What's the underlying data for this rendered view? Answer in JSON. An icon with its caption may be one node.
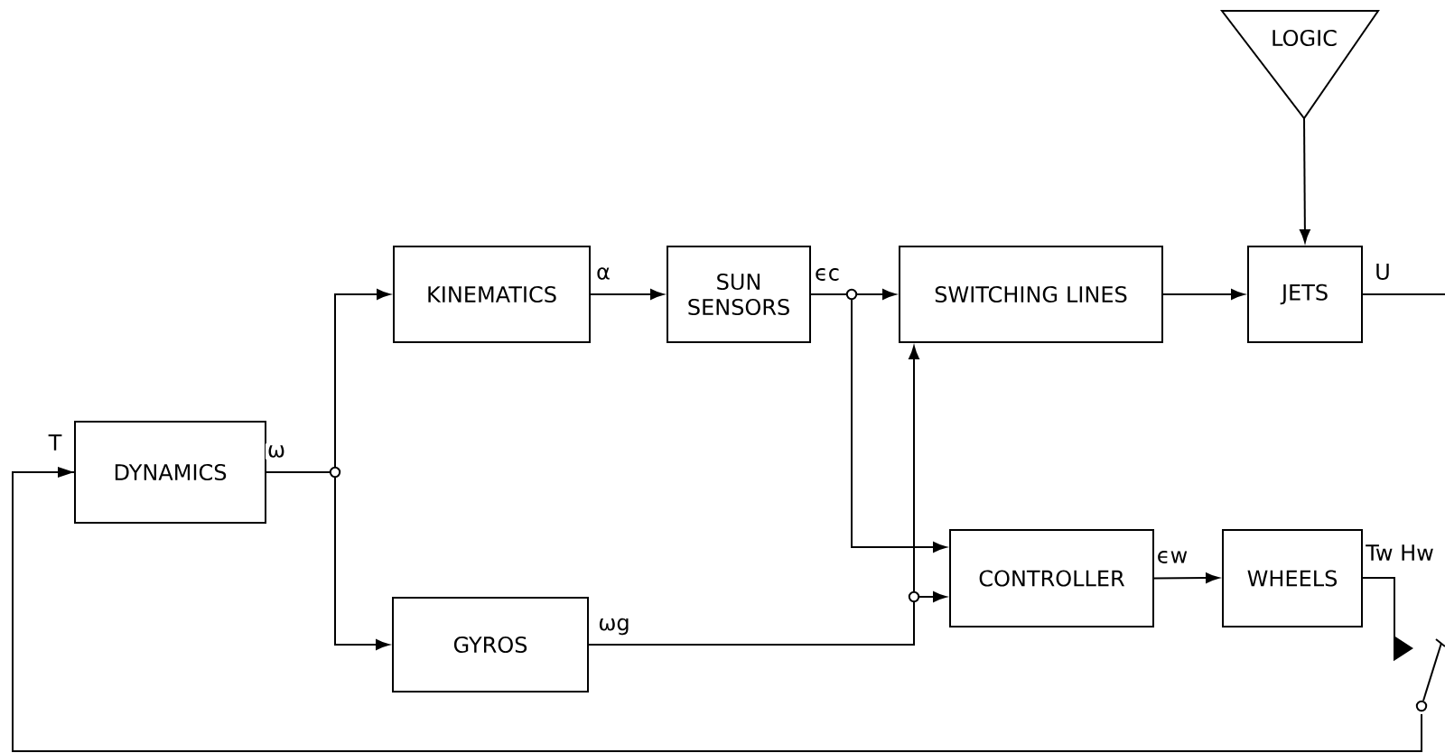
{
  "diagram": {
    "nodes": [
      {
        "text": [
          "LOGIC"
        ]
      },
      {
        "text": [
          "KINEMATICS"
        ]
      },
      {
        "text": [
          "SUN SENSORS"
        ]
      },
      {
        "text": [
          "SWITCHING LINES"
        ]
      },
      {
        "text": [
          "JETS"
        ]
      },
      {
        "text": [
          "DYNAMICS"
        ]
      },
      {
        "text": [
          "CONTROLLER"
        ]
      },
      {
        "text": [
          "WHEELS"
        ]
      },
      {
        "text": [
          "GYROS"
        ]
      },
      {
        "text": [],
        "shape": "switch"
      }
    ],
    "edges": [
      {
        "from": 0,
        "to": 4,
        "arrow": "to"
      },
      {
        "from": 1,
        "to": 2,
        "arrow": "to",
        "label": "α"
      },
      {
        "from": 2,
        "to": 3,
        "arrow": "to",
        "label": "ϵc"
      },
      {
        "from": 2,
        "to": 6,
        "arrow": "to"
      },
      {
        "from": 3,
        "to": 4,
        "arrow": "to"
      },
      {
        "from": 4,
        "to": null,
        "arrow": "none",
        "label": "U"
      },
      {
        "from": 5,
        "to": 1,
        "arrow": "to",
        "label": "ω"
      },
      {
        "from": 5,
        "to": 8,
        "arrow": "to"
      },
      {
        "from": 8,
        "to": 6,
        "arrow": "to",
        "label": "ωg"
      },
      {
        "from": 8,
        "to": 3,
        "arrow": "to"
      },
      {
        "from": 6,
        "to": 7,
        "arrow": "to",
        "label": "ϵw"
      },
      {
        "from": 7,
        "to": 9,
        "arrow": "to",
        "label": "Tw Hw"
      },
      {
        "from": 9,
        "to": 5,
        "arrow": "to",
        "label": "T"
      }
    ]
  }
}
